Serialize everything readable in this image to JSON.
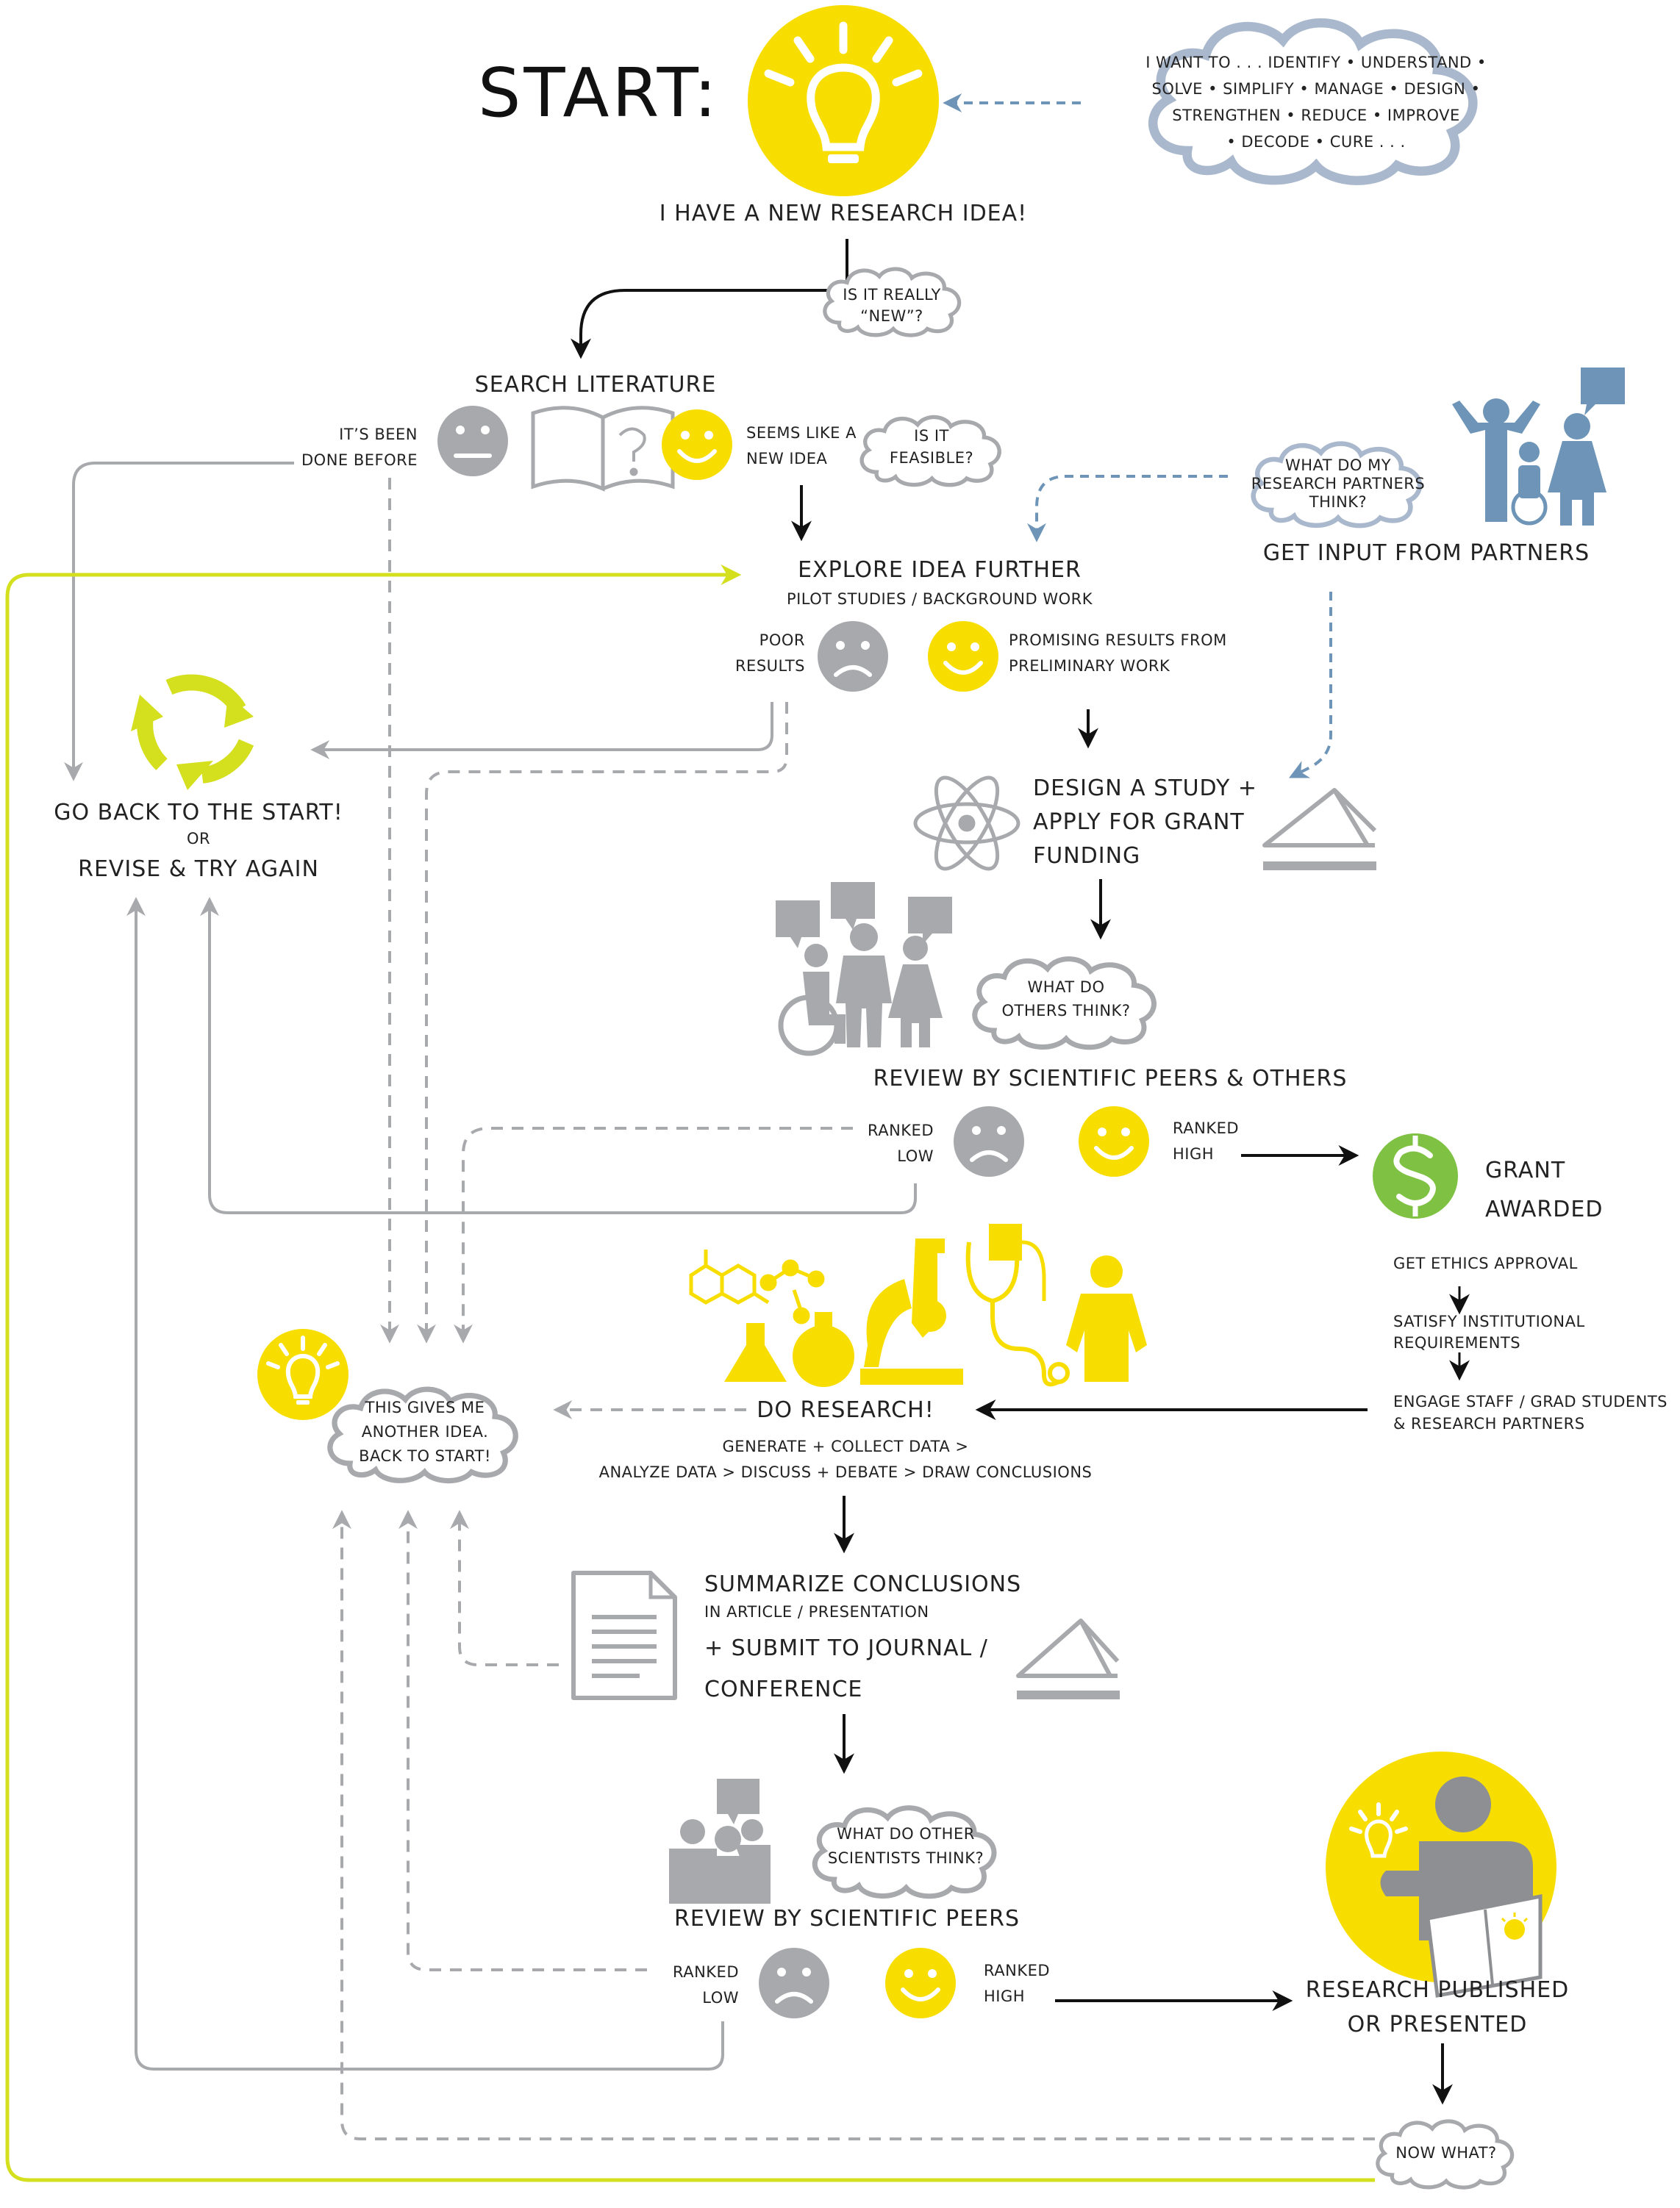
{
  "colors": {
    "yellow": "#f7de00",
    "lime": "#d4df1e",
    "gray": "#a8a9ac",
    "dark_gray": "#8e8f92",
    "blue": "#6e95b7",
    "green": "#7fc142",
    "black": "#111111"
  },
  "start": {
    "title": "START:",
    "idea_label": "I HAVE A NEW RESEARCH IDEA!",
    "want_lines": [
      "I WANT TO . . . IDENTIFY • UNDERSTAND •",
      "SOLVE • SIMPLIFY • MANAGE • DESIGN •",
      "STRENGTHEN • REDUCE • IMPROVE",
      "• DECODE • CURE . . ."
    ],
    "new_lines": [
      "IS IT REALLY",
      "“NEW”?"
    ]
  },
  "search": {
    "title": "SEARCH LITERATURE",
    "done_lines": [
      "IT’S BEEN",
      "DONE BEFORE"
    ],
    "seems_lines": [
      "SEEMS LIKE A",
      "NEW IDEA"
    ],
    "feasible_lines": [
      "IS IT",
      "FEASIBLE?"
    ]
  },
  "partners": {
    "label": "GET INPUT FROM PARTNERS",
    "think_lines": [
      "WHAT DO MY",
      "RESEARCH PARTNERS",
      "THINK?"
    ]
  },
  "explore": {
    "title": "EXPLORE IDEA FURTHER",
    "subtitle": "PILOT STUDIES / BACKGROUND WORK",
    "poor_lines": [
      "POOR",
      "RESULTS"
    ],
    "promising_lines": [
      "PROMISING  RESULTS FROM",
      "PRELIMINARY WORK"
    ]
  },
  "back": {
    "line1": "GO BACK TO THE START!",
    "or": "OR",
    "line2": "REVISE & TRY AGAIN"
  },
  "design": {
    "lines": [
      "DESIGN A STUDY +",
      "APPLY FOR GRANT",
      "FUNDING"
    ]
  },
  "review1": {
    "title": "REVIEW BY SCIENTIFIC PEERS  & OTHERS",
    "others_lines": [
      "WHAT DO",
      "OTHERS THINK?"
    ],
    "low_lines": [
      "RANKED",
      "LOW"
    ],
    "high_lines": [
      "RANKED",
      "HIGH"
    ]
  },
  "grant": {
    "lines": [
      "GRANT",
      "AWARDED"
    ],
    "steps": [
      [
        "GET ETHICS APPROVAL"
      ],
      [
        "SATISFY INSTITUTIONAL",
        "REQUIREMENTS"
      ],
      [
        "ENGAGE STAFF / GRAD STUDENTS",
        "& RESEARCH PARTNERS"
      ]
    ]
  },
  "research": {
    "title": "DO RESEARCH!",
    "sub1": "GENERATE + COLLECT DATA >",
    "sub2": "ANALYZE DATA > DISCUSS + DEBATE > DRAW CONCLUSIONS",
    "another_lines": [
      "THIS GIVES ME",
      "ANOTHER IDEA.",
      "BACK TO START!"
    ]
  },
  "summarize": {
    "title": "SUMMARIZE CONCLUSIONS",
    "sub": "IN ARTICLE / PRESENTATION",
    "line3": "+ SUBMIT TO JOURNAL /",
    "line4": "CONFERENCE"
  },
  "review2": {
    "title": "REVIEW BY SCIENTIFIC PEERS",
    "others_lines": [
      "WHAT DO OTHER",
      "SCIENTISTS THINK?"
    ],
    "low_lines": [
      "RANKED",
      "LOW"
    ],
    "high_lines": [
      "RANKED",
      "HIGH"
    ]
  },
  "published": {
    "lines": [
      "RESEARCH PUBLISHED",
      "OR PRESENTED"
    ],
    "now_what": "NOW WHAT?"
  }
}
